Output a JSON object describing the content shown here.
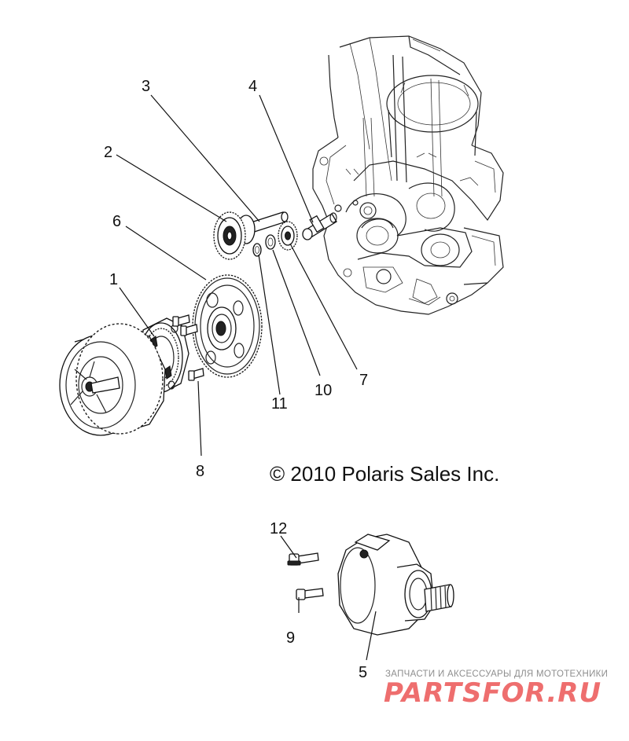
{
  "diagram": {
    "callouts": [
      "1",
      "2",
      "3",
      "4",
      "5",
      "6",
      "7",
      "8",
      "9",
      "10",
      "11",
      "12"
    ],
    "copyright": "© 2010 Polaris Sales Inc."
  },
  "watermark": {
    "caption": "ЗАПЧАСТИ И АКСЕССУАРЫ ДЛЯ МОТОТЕХНИКИ",
    "brand": "PARTSFOR.RU",
    "color": "#ee6e6e"
  }
}
